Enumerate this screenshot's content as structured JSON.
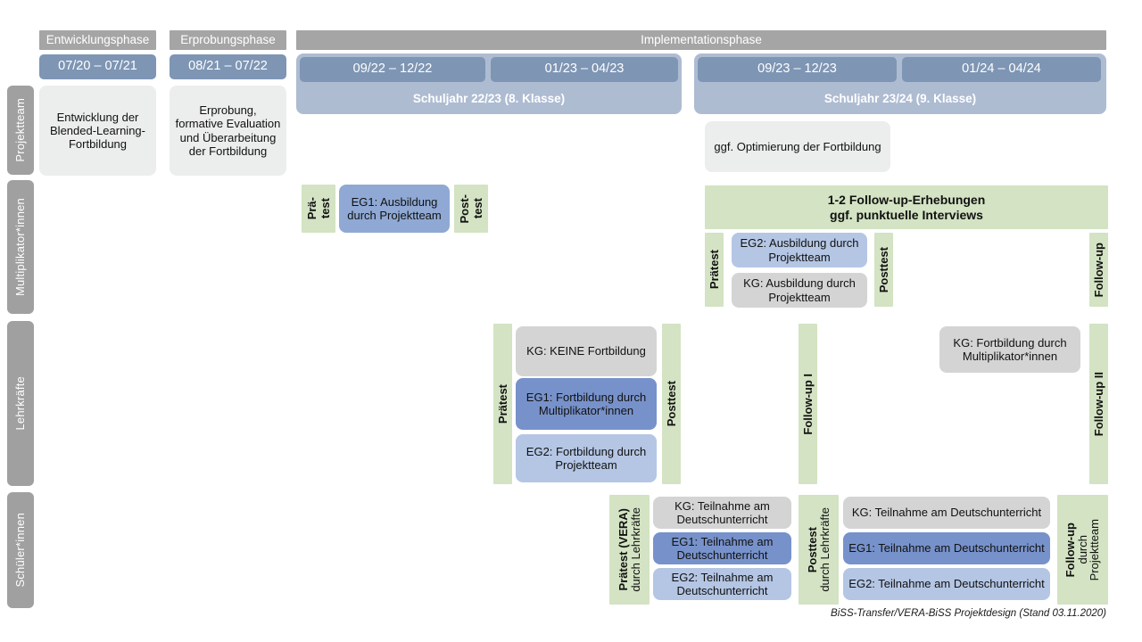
{
  "document": {
    "title": "BiSS-Transfer/VERA-BiSS Projektdesign",
    "footer": "BiSS-Transfer/VERA-BiSS Projektdesign (Stand 03.11.2020)"
  },
  "colors": {
    "phase_header": "#a5a5a5",
    "date_chip": "#7e95b4",
    "school_year": "#aebcd2",
    "role_label": "#a0a0a0",
    "green_test": "#d3e3c3",
    "box_grey_light": "#eceded",
    "box_grey_dark": "#d4d4d4",
    "box_blue_mid": "#8fa9d4",
    "box_blue_dark": "#7792cb",
    "box_blue_light": "#b4c6e4"
  },
  "phases": [
    {
      "label": "Entwicklungsphase"
    },
    {
      "label": "Erprobungsphase"
    },
    {
      "label": "Implementationsphase"
    }
  ],
  "dates": [
    {
      "label": "07/20 – 07/21"
    },
    {
      "label": "08/21 – 07/22"
    },
    {
      "label": "09/22 – 12/22"
    },
    {
      "label": "01/23 – 04/23"
    },
    {
      "label": "09/23 – 12/23"
    },
    {
      "label": "01/24 – 04/24"
    }
  ],
  "school_years": [
    {
      "label": "Schuljahr 22/23 (8. Klasse)"
    },
    {
      "label": "Schuljahr 23/24 (9. Klasse)"
    }
  ],
  "roles": [
    {
      "label": "Projektteam"
    },
    {
      "label": "Multiplikator*innen"
    },
    {
      "label": "Lehrkräfte"
    },
    {
      "label": "Schüler*innen"
    }
  ],
  "projektteam_row": {
    "entwicklung": "Entwicklung der Blended-Learning-Fortbildung",
    "erprobung": "Erprobung, formative Evaluation und Überarbeitung der Fortbildung",
    "optimierung": "ggf. Optimierung der Fortbildung"
  },
  "multiplikator_row": {
    "praetest_line1": "Prä-",
    "praetest_line2": "test",
    "posttest_line1": "Post-",
    "posttest_line2": "test",
    "eg1": "EG1: Ausbildung durch Projektteam",
    "followup_banner_line1": "1-2 Follow-up-Erhebungen",
    "followup_banner_line2": "ggf. punktuelle Interviews",
    "praetest2": "Prätest",
    "posttest2": "Posttest",
    "followup": "Follow-up",
    "eg2": "EG2: Ausbildung durch Projektteam",
    "kg": "KG: Ausbildung durch Projektteam"
  },
  "lehrkraefte_row": {
    "praetest": "Prätest",
    "posttest": "Posttest",
    "followup_1": "Follow-up I",
    "followup_2": "Follow-up II",
    "kg_keine": "KG:  KEINE Fortbildung",
    "eg1": "EG1: Fortbildung durch Multiplikator*innen",
    "eg2": "EG2: Fortbildung durch Projektteam",
    "kg_multi": "KG: Fortbildung durch Multiplikator*innen"
  },
  "schueler_row": {
    "praetest_bold": "Prätest (VERA)",
    "praetest_reg": "durch Lehrkräfte",
    "posttest_bold": "Posttest",
    "posttest_reg": "durch Lehrkräfte",
    "followup_bold": "Follow-up",
    "followup_reg1": "durch",
    "followup_reg2": "Projektteam",
    "left_kg": "KG: Teilnahme am Deutschunterricht",
    "left_eg1": "EG1: Teilnahme am Deutschunterricht",
    "left_eg2": "EG2: Teilnahme am Deutschunterricht",
    "right_kg": "KG: Teilnahme am Deutschunterricht",
    "right_eg1": "EG1: Teilnahme am Deutschunterricht",
    "right_eg2": "EG2: Teilnahme am Deutschunterricht"
  }
}
